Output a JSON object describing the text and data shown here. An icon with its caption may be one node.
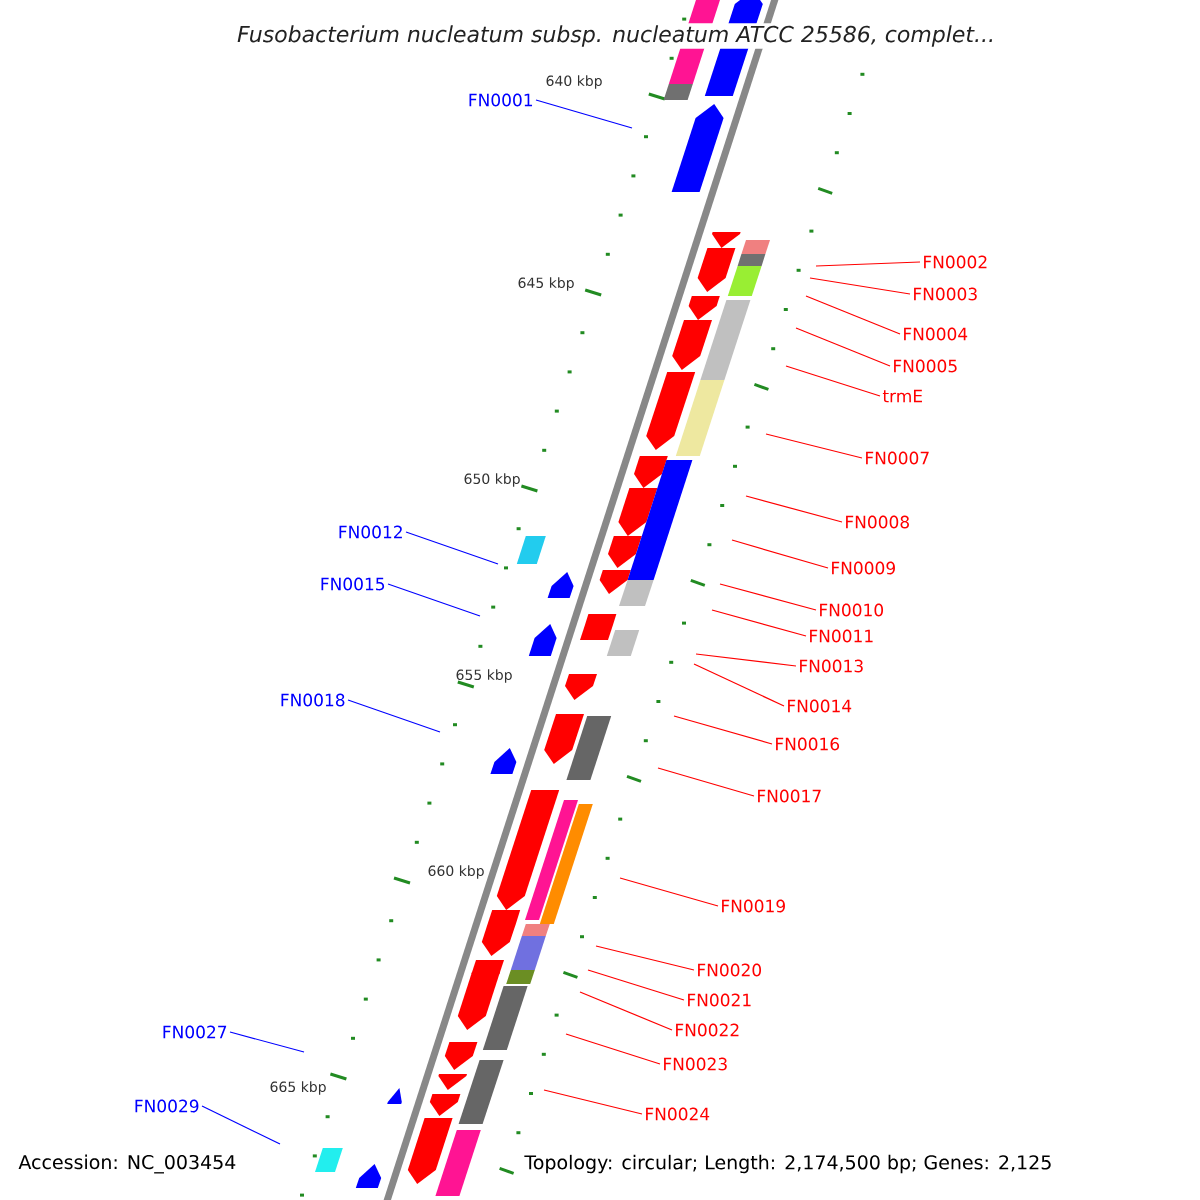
{
  "diagram": {
    "title": "Fusobacterium nucleatum subsp. nucleatum ATCC 25586, complet...",
    "nodes": [
      {
        "text": [
          "FN0001"
        ]
      },
      {
        "text": [
          "FN0002"
        ]
      },
      {
        "text": [
          "FN0003"
        ]
      },
      {
        "text": [
          "FN0004"
        ]
      },
      {
        "text": [
          "FN0005"
        ]
      },
      {
        "text": [
          "trmE"
        ]
      },
      {
        "text": [
          "FN0007"
        ]
      },
      {
        "text": [
          "FN0008"
        ]
      },
      {
        "text": [
          "FN0012"
        ]
      },
      {
        "text": [
          "FN0009"
        ]
      },
      {
        "text": [
          "FN0015"
        ]
      },
      {
        "text": [
          "FN0010"
        ]
      },
      {
        "text": [
          "FN0011"
        ]
      },
      {
        "text": [
          "FN0013"
        ]
      },
      {
        "text": [
          "FN0018"
        ]
      },
      {
        "text": [
          "FN0014"
        ]
      },
      {
        "text": [
          "FN0016"
        ]
      },
      {
        "text": [
          "FN0017"
        ]
      },
      {
        "text": [
          "FN0019"
        ]
      },
      {
        "text": [
          "FN0020"
        ]
      },
      {
        "text": [
          "FN0021"
        ]
      },
      {
        "text": [
          "FN0022"
        ]
      },
      {
        "text": [
          "FN0027"
        ]
      },
      {
        "text": [
          "FN0023"
        ]
      },
      {
        "text": [
          "FN0029"
        ]
      },
      {
        "text": [
          "FN0024"
        ]
      }
    ],
    "edges": [
      {
        "from": 0,
        "to": null,
        "arrow": "none",
        "color": "#0000ff"
      },
      {
        "from": 1,
        "to": null,
        "arrow": "none"
      },
      {
        "from": 2,
        "to": null,
        "arrow": "none"
      },
      {
        "from": 3,
        "to": null,
        "arrow": "none"
      },
      {
        "from": 4,
        "to": null,
        "arrow": "none"
      },
      {
        "from": 5,
        "to": null,
        "arrow": "none"
      },
      {
        "from": 6,
        "to": null,
        "arrow": "none"
      },
      {
        "from": 7,
        "to": null,
        "arrow": "none"
      },
      {
        "from": 8,
        "to": null,
        "arrow": "none",
        "color": "#0000ff"
      },
      {
        "from": 9,
        "to": null,
        "arrow": "none"
      },
      {
        "from": 10,
        "to": null,
        "arrow": "none",
        "color": "#0000ff"
      },
      {
        "from": 11,
        "to": null,
        "arrow": "none"
      },
      {
        "from": 12,
        "to": null,
        "arrow": "none"
      },
      {
        "from": 13,
        "to": null,
        "arrow": "none"
      },
      {
        "from": 14,
        "to": null,
        "arrow": "none",
        "color": "#0000ff"
      },
      {
        "from": 15,
        "to": null,
        "arrow": "none"
      },
      {
        "from": 16,
        "to": null,
        "arrow": "none"
      },
      {
        "from": 17,
        "to": null,
        "arrow": "none"
      },
      {
        "from": 18,
        "to": null,
        "arrow": "none"
      },
      {
        "from": 19,
        "to": null,
        "arrow": "none"
      },
      {
        "from": 20,
        "to": null,
        "arrow": "none"
      },
      {
        "from": 21,
        "to": null,
        "arrow": "none"
      },
      {
        "from": 22,
        "to": null,
        "arrow": "none",
        "color": "#0000ff"
      },
      {
        "from": 23,
        "to": null,
        "arrow": "none"
      },
      {
        "from": 24,
        "to": null,
        "arrow": "none",
        "color": "#0000ff"
      },
      {
        "from": 25,
        "to": null,
        "arrow": "none"
      }
    ],
    "labels": [
      "640 kbp",
      "645 kbp",
      "650 kbp",
      "655 kbp",
      "660 kbp",
      "665 kbp",
      "Accession: NC_003454",
      "Topology: circular; Length: 2,174,500 bp; Genes: 2,125"
    ]
  }
}
